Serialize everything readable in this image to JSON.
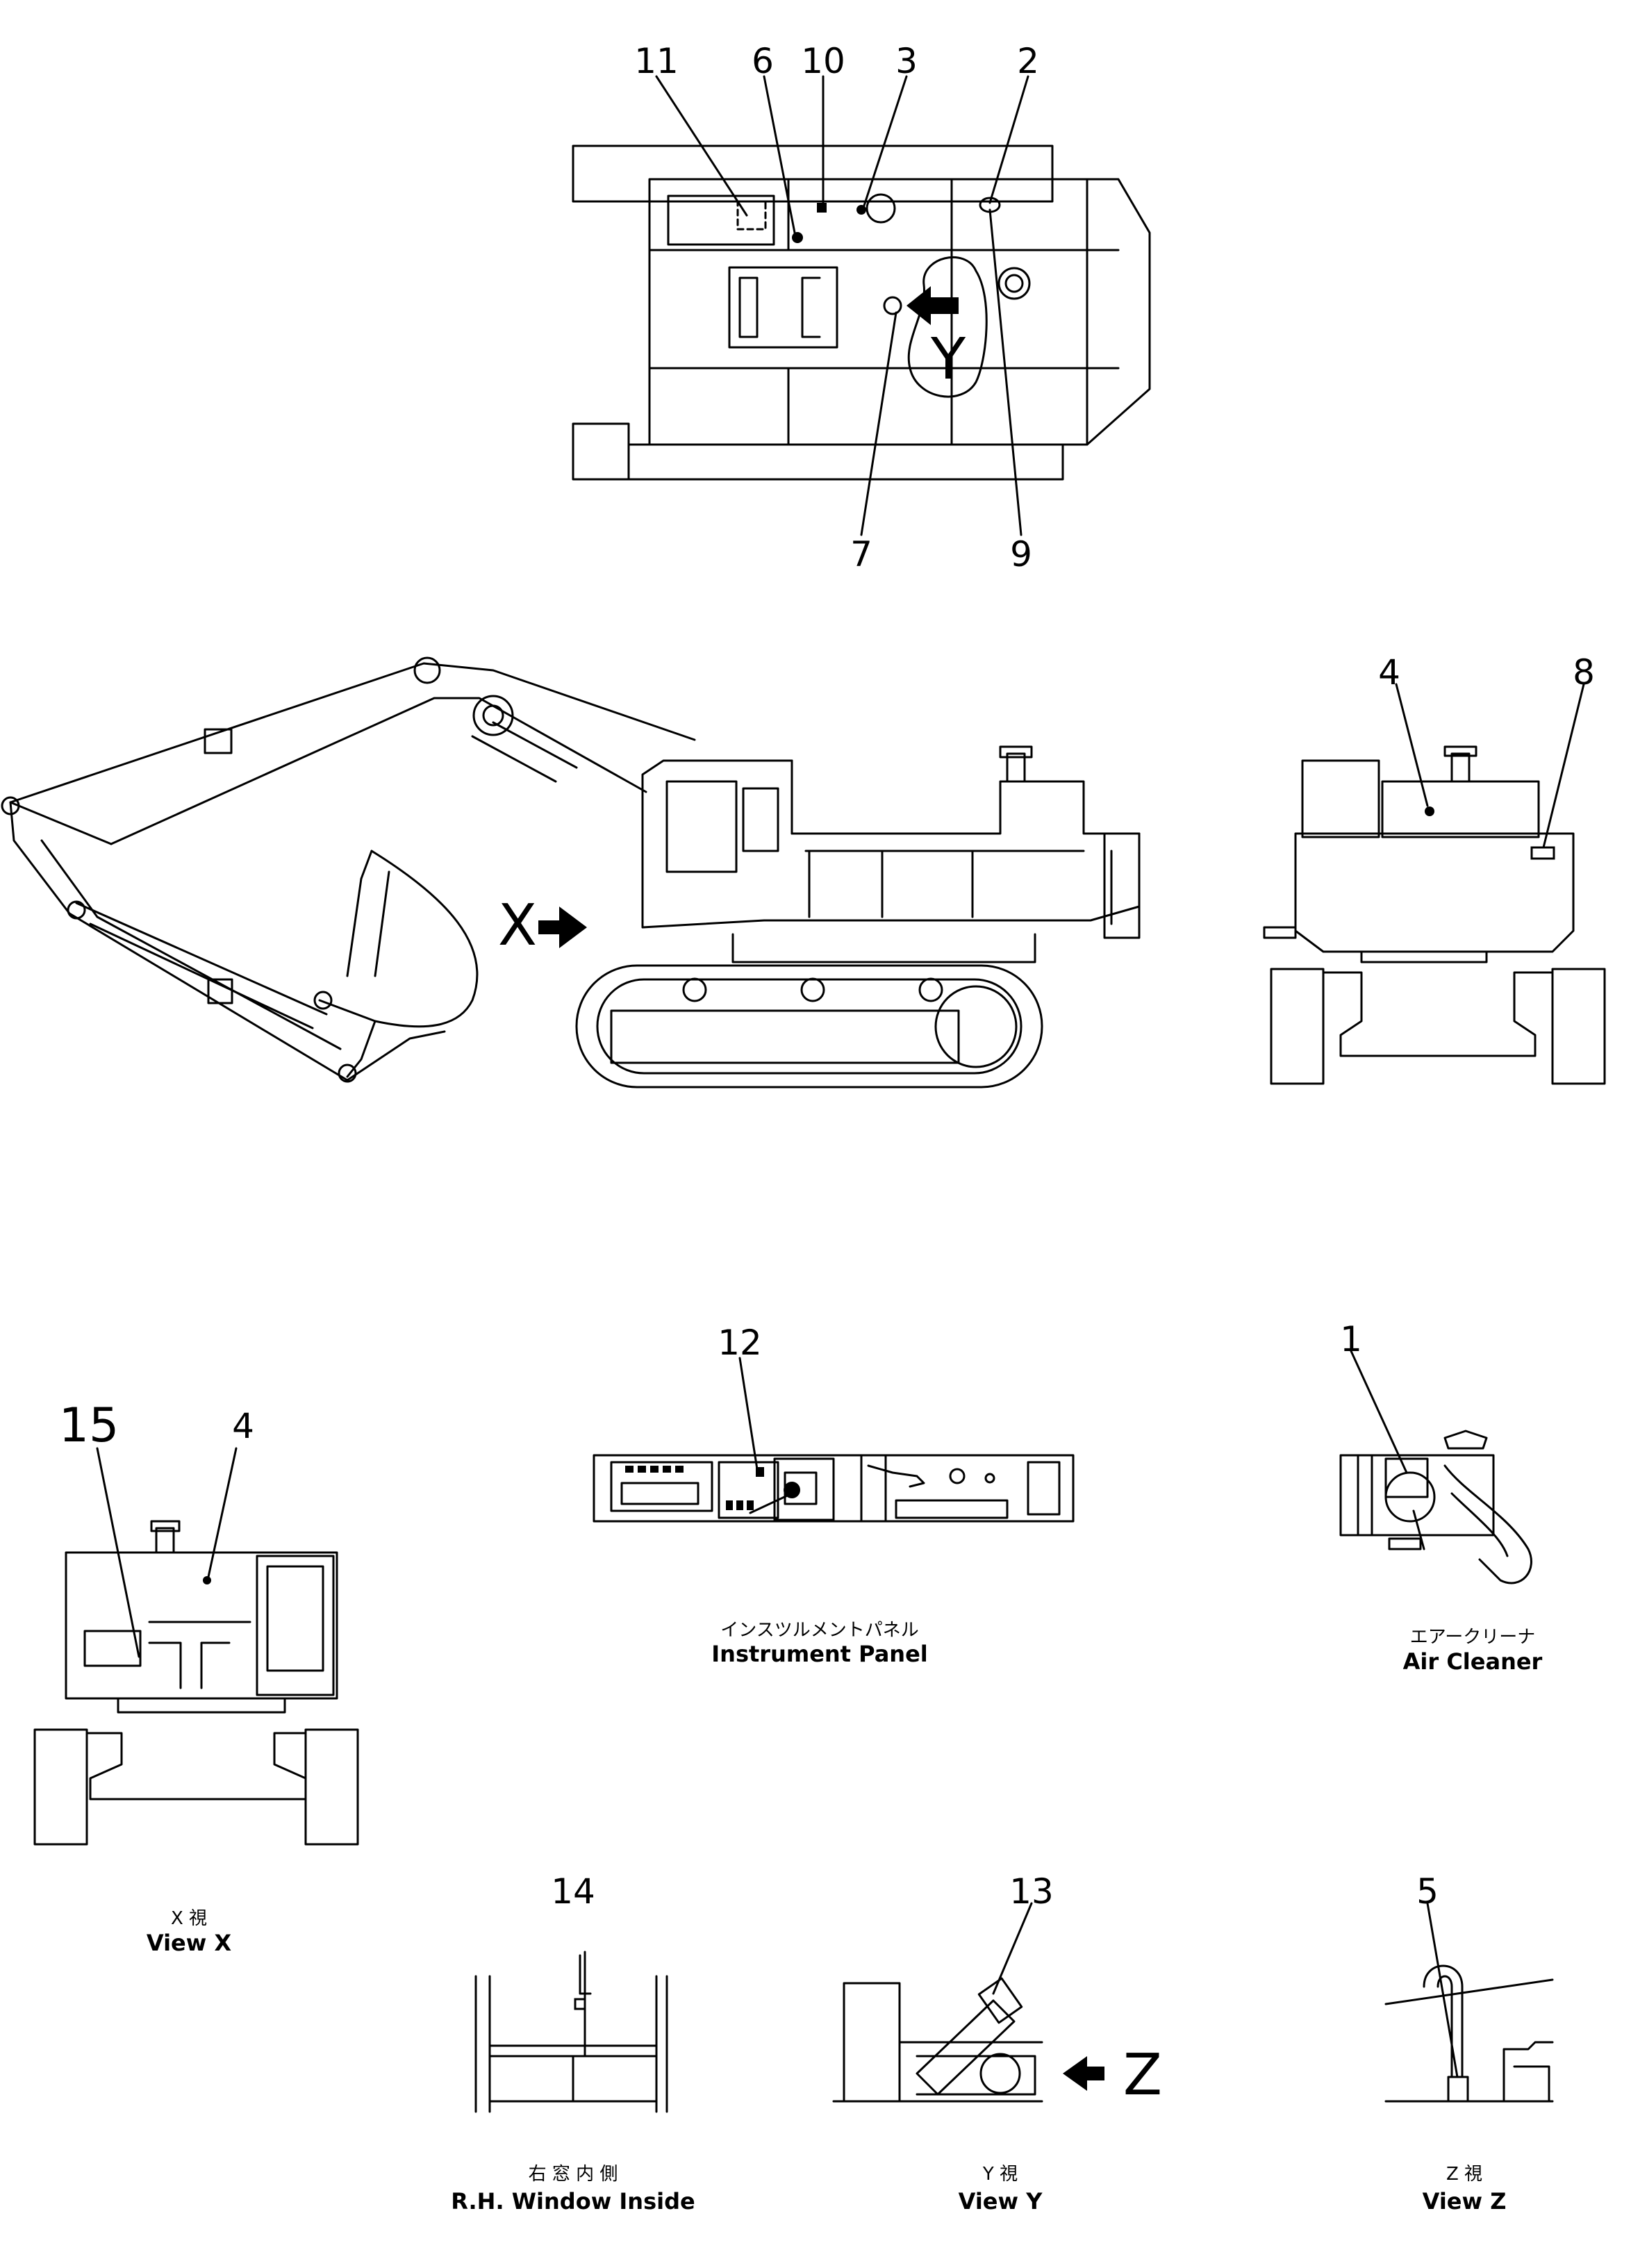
{
  "callouts": {
    "top": [
      "11",
      "6",
      "10",
      "3",
      "2",
      "7",
      "9"
    ],
    "side": [
      "4",
      "8"
    ],
    "x_view": [
      "15",
      "4"
    ],
    "panel": "12",
    "air": "1",
    "window": "14",
    "y_view": "13",
    "z_view": "5"
  },
  "view_letters": {
    "top_y": "Y",
    "side_x": "X",
    "y_z": "Z"
  },
  "captions": {
    "instrument_panel": {
      "jp": "インスツルメントパネル",
      "en": "Instrument  Panel"
    },
    "air_cleaner": {
      "jp": "エアークリーナ",
      "en": "Air  Cleaner"
    },
    "view_x": {
      "jp": "X  視",
      "en": "View  X"
    },
    "rh_window": {
      "jp": "右  窓  内  側",
      "en": "R.H.  Window  Inside"
    },
    "view_y": {
      "jp": "Y  視",
      "en": "View  Y"
    },
    "view_z": {
      "jp": "Z  視",
      "en": "View  Z"
    }
  }
}
